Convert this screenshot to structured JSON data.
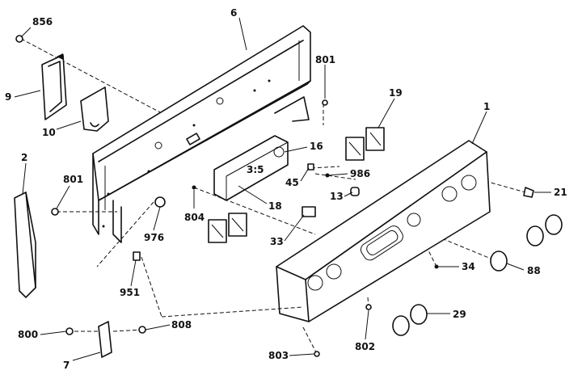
{
  "diagram": {
    "parts": [
      {
        "id": "856",
        "label": "856"
      },
      {
        "id": "6",
        "label": "6"
      },
      {
        "id": "801a",
        "label": "801"
      },
      {
        "id": "9",
        "label": "9"
      },
      {
        "id": "10",
        "label": "10"
      },
      {
        "id": "19",
        "label": "19"
      },
      {
        "id": "1",
        "label": "1"
      },
      {
        "id": "16",
        "label": "16"
      },
      {
        "id": "2",
        "label": "2"
      },
      {
        "id": "801b",
        "label": "801"
      },
      {
        "id": "45",
        "label": "45"
      },
      {
        "id": "986",
        "label": "986"
      },
      {
        "id": "18",
        "label": "18"
      },
      {
        "id": "13",
        "label": "13"
      },
      {
        "id": "21",
        "label": "21"
      },
      {
        "id": "804",
        "label": "804"
      },
      {
        "id": "976",
        "label": "976"
      },
      {
        "id": "33",
        "label": "33"
      },
      {
        "id": "34",
        "label": "34"
      },
      {
        "id": "88",
        "label": "88"
      },
      {
        "id": "951",
        "label": "951"
      },
      {
        "id": "29",
        "label": "29"
      },
      {
        "id": "800",
        "label": "800"
      },
      {
        "id": "808",
        "label": "808"
      },
      {
        "id": "802",
        "label": "802"
      },
      {
        "id": "7",
        "label": "7"
      },
      {
        "id": "803",
        "label": "803"
      }
    ],
    "display_text": "3:5"
  }
}
